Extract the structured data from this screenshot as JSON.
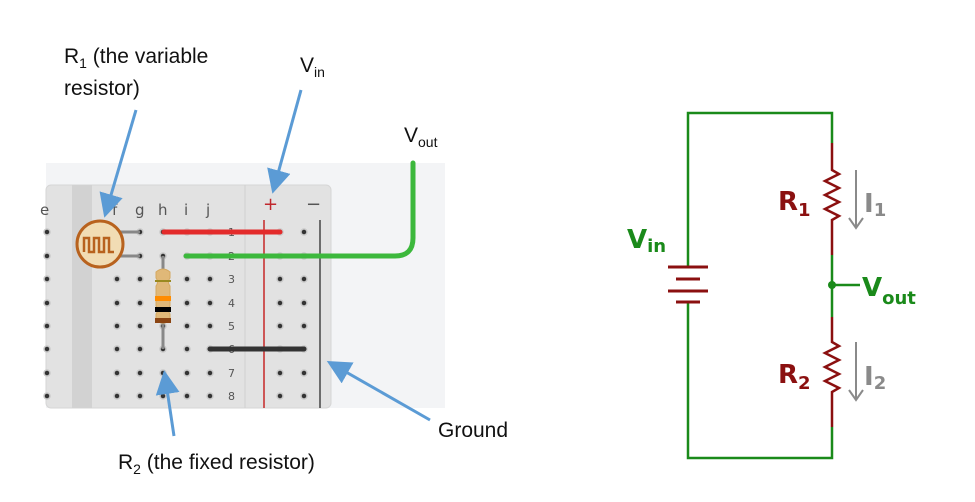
{
  "labels": {
    "r1": {
      "main": "R",
      "sub": "1",
      "rest": " (the variable",
      "line2": "resistor)"
    },
    "vin": {
      "main": "V",
      "sub": "in"
    },
    "vout": {
      "main": "V",
      "sub": "out"
    },
    "ground": "Ground",
    "r2": {
      "main": "R",
      "sub": "2",
      "rest": " (the fixed resistor)"
    }
  },
  "breadboard": {
    "columns": [
      "e",
      "f",
      "g",
      "h",
      "i",
      "j"
    ],
    "rows": [
      "1",
      "2",
      "3",
      "4",
      "5",
      "6",
      "7",
      "8"
    ],
    "rail_plus": "+",
    "rail_minus": "−"
  },
  "schematic": {
    "vin": {
      "main": "V",
      "sub": "in"
    },
    "vout": {
      "main": "V",
      "sub": "out"
    },
    "r1": {
      "main": "R",
      "sub": "1"
    },
    "r2": {
      "main": "R",
      "sub": "2"
    },
    "i1": {
      "main": "I",
      "sub": "1"
    },
    "i2": {
      "main": "I",
      "sub": "2"
    }
  },
  "colors": {
    "wire_green": "#1a8a1a",
    "resistor_red": "#8b1010",
    "current_gray": "#8a8a8a",
    "arrow_blue": "#5b9bd5",
    "red_jumper": "#e32b2b",
    "green_jumper": "#3cb83c",
    "black_jumper": "#333333"
  }
}
